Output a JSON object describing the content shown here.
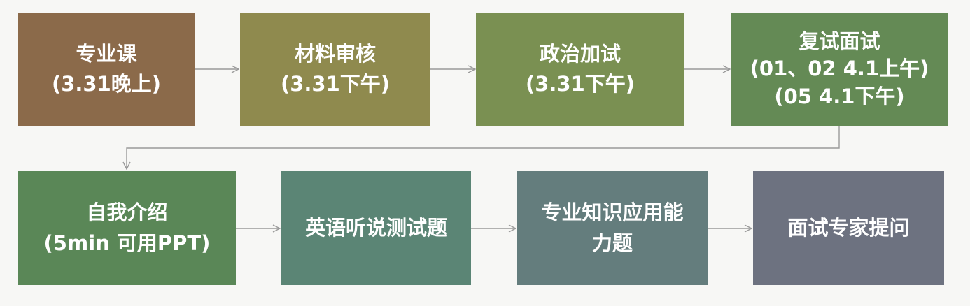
{
  "steps": [
    {
      "lines": [
        "专业课",
        "(3.31晚上)"
      ],
      "color": "#8b6a4a"
    },
    {
      "lines": [
        "材料审核",
        "(3.31下午)"
      ],
      "color": "#8f8a4e"
    },
    {
      "lines": [
        "政治加试",
        "(3.31下午)"
      ],
      "color": "#7a9052"
    },
    {
      "lines": [
        "复试面试",
        "(01、02 4.1上午)",
        "(05 4.1下午)"
      ],
      "color": "#648a55"
    },
    {
      "lines": [
        "自我介绍",
        "(5min 可用PPT)"
      ],
      "color": "#5a8757"
    },
    {
      "lines": [
        "英语听说测试题"
      ],
      "color": "#5b8575"
    },
    {
      "lines": [
        "专业知识应用能",
        "力题"
      ],
      "color": "#647d7d"
    },
    {
      "lines": [
        "面试专家提问"
      ],
      "color": "#6d7280"
    }
  ],
  "connector_color": "#9a9a9a"
}
